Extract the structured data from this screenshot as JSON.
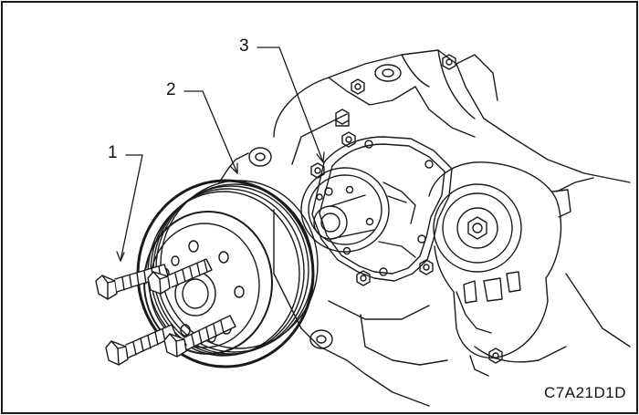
{
  "diagram": {
    "callouts": [
      {
        "id": "1",
        "text": "1",
        "part": "pulley-bolts"
      },
      {
        "id": "2",
        "text": "2",
        "part": "water-pump-pulley"
      },
      {
        "id": "3",
        "text": "3",
        "part": "water-pump"
      }
    ],
    "figure_code": "C7A21D1D",
    "colors": {
      "ink": "#1a1a1a",
      "background": "#ffffff"
    }
  }
}
